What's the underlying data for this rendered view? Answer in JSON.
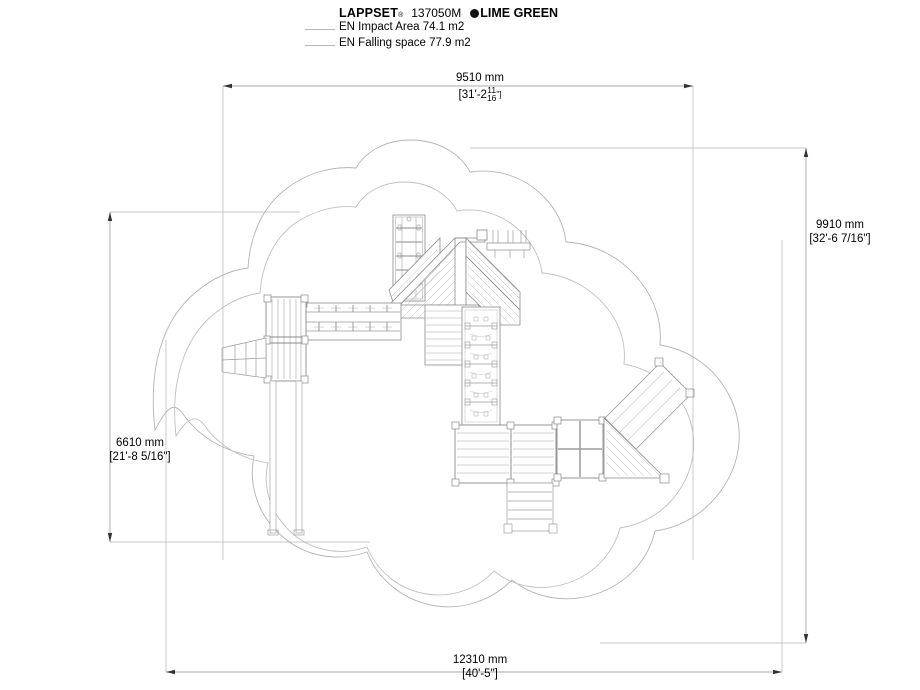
{
  "header": {
    "brand": "LAPPSET",
    "brand_mark": "®",
    "product_code": "137050M",
    "color_dot_icon": "filled-circle-icon",
    "color_name": "LIME GREEN",
    "color_hex": "#111111",
    "legend": [
      {
        "label": "EN Impact Area 74.1 m2",
        "swatch_hex": "#b9b9b9"
      },
      {
        "label": "EN Falling space 77.9 m2",
        "swatch_hex": "#b9b9b9"
      }
    ]
  },
  "dimensions": {
    "top": {
      "metric": "9510 mm",
      "imperial_prefix": "[31'-2",
      "imperial_num": "11",
      "imperial_den": "16",
      "imperial_suffix": "\"]"
    },
    "bottom": {
      "metric": "12310 mm",
      "imperial": "[40'-5\"]"
    },
    "right": {
      "metric": "9910 mm",
      "imperial": "[32'-6 7/16\"]"
    },
    "left": {
      "metric": "6610 mm",
      "imperial": "[21'-8 5/16\"]"
    }
  },
  "drawing": {
    "title": "playground-equipment-plan-view",
    "line_hex": "#9a9a9a",
    "structure_hex": "#8a8a8a",
    "dim_hex": "#8c8c8c",
    "impact_area_m2": "74.1",
    "falling_space_m2": "77.9"
  }
}
